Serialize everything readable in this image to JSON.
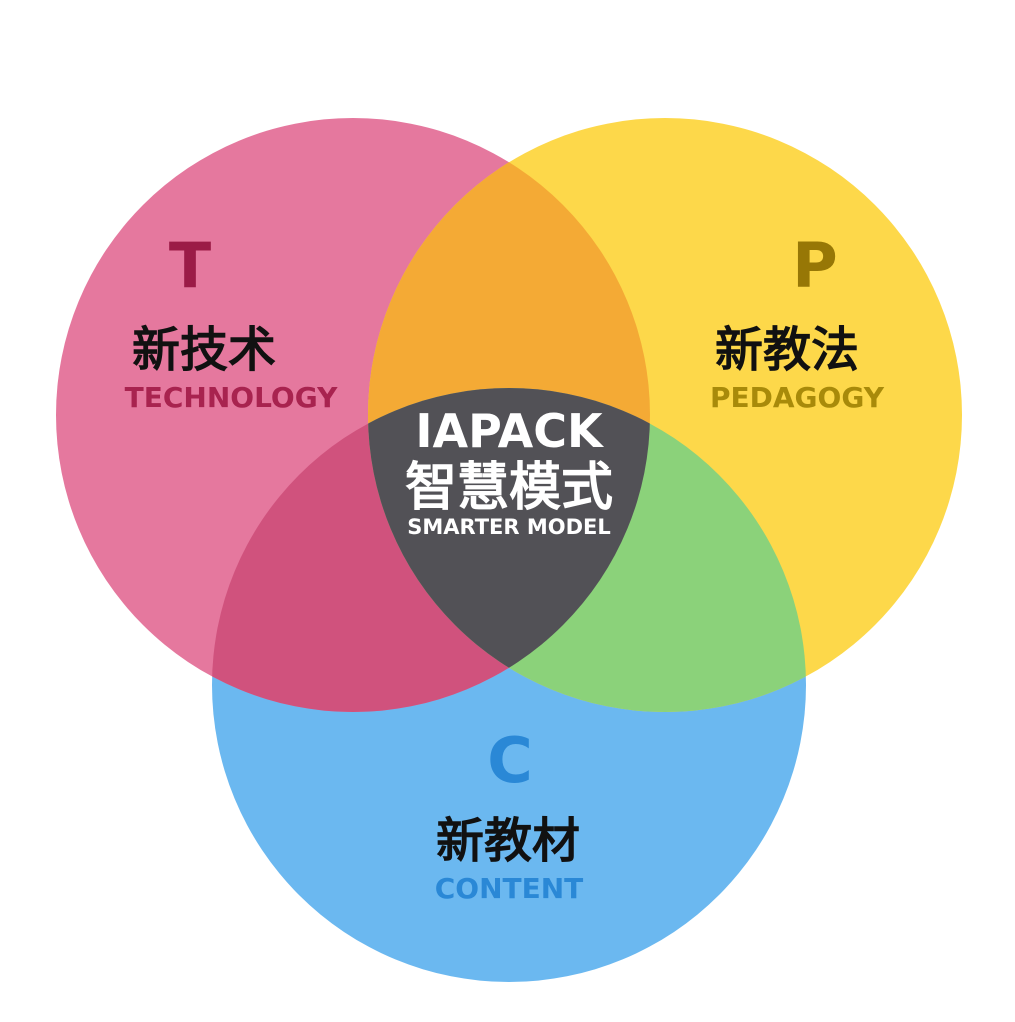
{
  "diagram": {
    "type": "venn",
    "sets": [
      {
        "id": "T",
        "letter": "T",
        "title_cn": "新技术",
        "title_en": "TECHNOLOGY",
        "fill": "#e5789e",
        "letter_color": "#9b1b47",
        "en_color": "#a8234f"
      },
      {
        "id": "P",
        "letter": "P",
        "title_cn": "新教法",
        "title_en": "PEDAGOGY",
        "fill": "#fdd84a",
        "letter_color": "#977706",
        "en_color": "#a88a0a"
      },
      {
        "id": "C",
        "letter": "C",
        "title_cn": "新教材",
        "title_en": "CONTENT",
        "fill": "#6bb8f0",
        "letter_color": "#2a88d6",
        "en_color": "#2a88d6"
      }
    ],
    "overlaps": {
      "TP": "#f4aa35",
      "TC": "#d0527d",
      "PC": "#8bd27a",
      "TPC": "#525156"
    },
    "center": {
      "title": "IAPACK",
      "title_cn": "智慧模式",
      "subtitle": "SMARTER MODEL",
      "text_color": "#ffffff"
    }
  }
}
